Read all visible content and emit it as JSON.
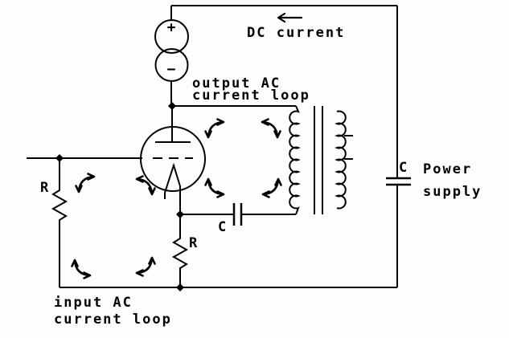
{
  "colors": {
    "ink": "#000000",
    "background": "#fdfdfd"
  },
  "labels": {
    "dc_current": "DC current",
    "output_loop": "output AC\ncurrent loop",
    "input_loop": "input AC\ncurrent loop",
    "power_supply": "Power\nsupply",
    "coupling_cap": "C",
    "supply_cap": "C",
    "grid_resistor": "R",
    "cathode_resistor": "R",
    "battery_plus": "+",
    "battery_minus": "−"
  },
  "symbols": {
    "dc_source": "battery-two-circles-plus-minus",
    "tube": "triode-vacuum-tube-plate-grid-cathode",
    "transformer": "iron-core-transformer-tapped-secondary",
    "resistors": [
      "grid-resistor-R",
      "cathode-resistor-R"
    ],
    "capacitors": [
      "coupling-capacitor-C",
      "power-supply-capacitor-C"
    ],
    "ac_flow_arrows": 8,
    "dc_flow_arrow": "left-arrow"
  }
}
